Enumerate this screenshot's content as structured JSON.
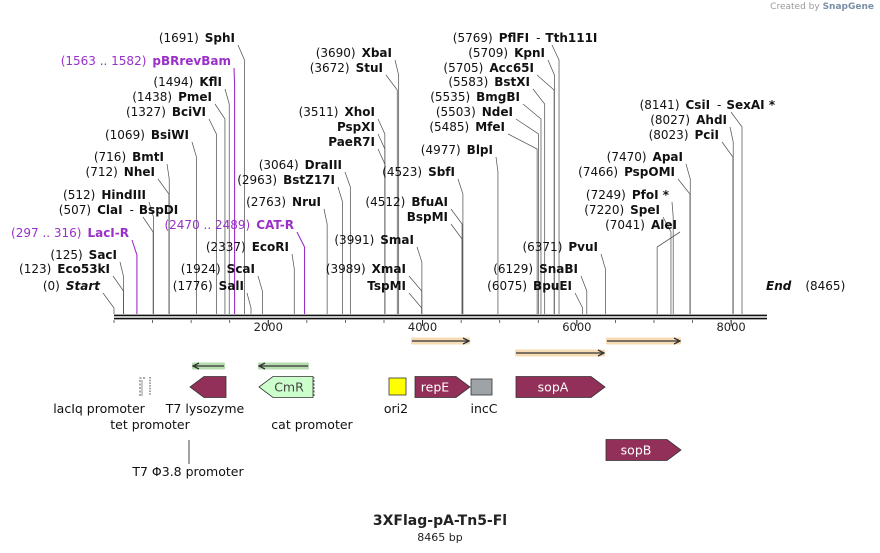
{
  "credit": {
    "prefix": "Created by",
    "brand": "SnapGene"
  },
  "title": "3XFlag-pA-Tn5-Fl",
  "subtitle": "8465 bp",
  "total_bp": 8465,
  "colors": {
    "primer": "#9b30c9",
    "gene_dark": "#93305a",
    "cmr_fill": "#ccffcc",
    "ori_fill": "#ffff00",
    "incc_fill": "#9ea3a8",
    "orange_arrow": "#e59a2a",
    "green_arrow": "#2e9a1a"
  },
  "axis": {
    "ticks": [
      2000,
      4000,
      6000,
      8000
    ]
  },
  "sites": [
    {
      "pos": 0,
      "pre": "(0)",
      "name": "Start",
      "italic": true
    },
    {
      "pos": 123,
      "pre": "(123)",
      "name": "Eco53kI"
    },
    {
      "pos": 125,
      "pre": "(125)",
      "name": "SacI"
    },
    {
      "pos": 297,
      "pre": "(297 .. 316)",
      "name": "LacI-R",
      "primer": true
    },
    {
      "pos": 507,
      "pre": "(507)",
      "name": "ClaI",
      "suffix": "-",
      "name2": "BspDI"
    },
    {
      "pos": 512,
      "pre": "(512)",
      "name": "HindIII"
    },
    {
      "pos": 712,
      "pre": "(712)",
      "name": "NheI"
    },
    {
      "pos": 716,
      "pre": "(716)",
      "name": "BmtI"
    },
    {
      "pos": 1069,
      "pre": "(1069)",
      "name": "BsiWI"
    },
    {
      "pos": 1327,
      "pre": "(1327)",
      "name": "BciVI"
    },
    {
      "pos": 1438,
      "pre": "(1438)",
      "name": "PmeI"
    },
    {
      "pos": 1494,
      "pre": "(1494)",
      "name": "KflI"
    },
    {
      "pos": 1563,
      "pre": "(1563 .. 1582)",
      "name": "pBRrevBam",
      "primer": true
    },
    {
      "pos": 1691,
      "pre": "(1691)",
      "name": "SphI"
    },
    {
      "pos": 1776,
      "pre": "(1776)",
      "name": "SalI"
    },
    {
      "pos": 1924,
      "pre": "(1924)",
      "name": "ScaI"
    },
    {
      "pos": 2337,
      "pre": "(2337)",
      "name": "EcoRI"
    },
    {
      "pos": 2470,
      "pre": "(2470 .. 2489)",
      "name": "CAT-R",
      "primer": true
    },
    {
      "pos": 2763,
      "pre": "(2763)",
      "name": "NruI"
    },
    {
      "pos": 2963,
      "pre": "(2963)",
      "name": "BstZ17I"
    },
    {
      "pos": 3064,
      "pre": "(3064)",
      "name": "DraIII"
    },
    {
      "pos": 3511,
      "pre": "(3511)",
      "name": "XhoI"
    },
    {
      "pos": 3511,
      "pre": "",
      "name": "PspXI"
    },
    {
      "pos": 3511,
      "pre": "",
      "name": "PaeR7I"
    },
    {
      "pos": 3672,
      "pre": "(3672)",
      "name": "StuI"
    },
    {
      "pos": 3690,
      "pre": "(3690)",
      "name": "XbaI"
    },
    {
      "pos": 3989,
      "pre": "(3989)",
      "name": "XmaI"
    },
    {
      "pos": 3989,
      "pre": "",
      "name": "TspMI"
    },
    {
      "pos": 3991,
      "pre": "(3991)",
      "name": "SmaI"
    },
    {
      "pos": 4512,
      "pre": "(4512)",
      "name": "BfuAI"
    },
    {
      "pos": 4512,
      "pre": "",
      "name": "BspMI"
    },
    {
      "pos": 4523,
      "pre": "(4523)",
      "name": "SbfI"
    },
    {
      "pos": 4977,
      "pre": "(4977)",
      "name": "BlpI"
    },
    {
      "pos": 5485,
      "pre": "(5485)",
      "name": "MfeI"
    },
    {
      "pos": 5503,
      "pre": "(5503)",
      "name": "NdeI"
    },
    {
      "pos": 5535,
      "pre": "(5535)",
      "name": "BmgBI"
    },
    {
      "pos": 5583,
      "pre": "(5583)",
      "name": "BstXI"
    },
    {
      "pos": 5705,
      "pre": "(5705)",
      "name": "Acc65I"
    },
    {
      "pos": 5709,
      "pre": "(5709)",
      "name": "KpnI"
    },
    {
      "pos": 5769,
      "pre": "(5769)",
      "name": "PflFI",
      "suffix": "-",
      "name2": "Tth111I"
    },
    {
      "pos": 6075,
      "pre": "(6075)",
      "name": "BpuEI"
    },
    {
      "pos": 6129,
      "pre": "(6129)",
      "name": "SnaBI"
    },
    {
      "pos": 6371,
      "pre": "(6371)",
      "name": "PvuI"
    },
    {
      "pos": 7041,
      "pre": "(7041)",
      "name": "AleI"
    },
    {
      "pos": 7220,
      "pre": "(7220)",
      "name": "SpeI"
    },
    {
      "pos": 7249,
      "pre": "(7249)",
      "name": "PfoI *"
    },
    {
      "pos": 7466,
      "pre": "(7466)",
      "name": "PspOMI"
    },
    {
      "pos": 7470,
      "pre": "(7470)",
      "name": "ApaI"
    },
    {
      "pos": 8023,
      "pre": "(8023)",
      "name": "PciI"
    },
    {
      "pos": 8027,
      "pre": "(8027)",
      "name": "AhdI"
    },
    {
      "pos": 8141,
      "pre": "(8141)",
      "name": "CsiI",
      "suffix": "-",
      "name2": "SexAI *"
    },
    {
      "pos": 8465,
      "pre": "(8465)",
      "name": "End",
      "italic": true,
      "right": true
    }
  ],
  "features": [
    {
      "name": "lacIq promoter",
      "label": "lacIq promoter"
    },
    {
      "name": "tet promoter",
      "label": "tet promoter"
    },
    {
      "name": "T7 lysozyme",
      "label": "T7 lysozyme"
    },
    {
      "name": "T7 promoter",
      "label": "T7 Φ3.8 promoter"
    },
    {
      "name": "CmR",
      "label": "CmR"
    },
    {
      "name": "cat promoter",
      "label": "cat promoter"
    },
    {
      "name": "ori2",
      "label": "ori2"
    },
    {
      "name": "repE",
      "label": "repE"
    },
    {
      "name": "incC",
      "label": "incC"
    },
    {
      "name": "sopA",
      "label": "sopA"
    },
    {
      "name": "sopB",
      "label": "sopB"
    }
  ]
}
